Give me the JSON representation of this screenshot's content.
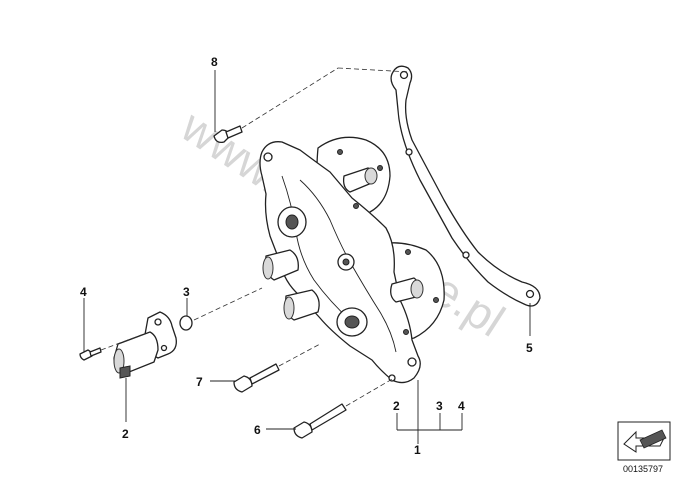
{
  "diagram": {
    "callouts": {
      "c1": "1",
      "c2a": "2",
      "c2b": "2",
      "c3a": "3",
      "c3b": "3",
      "c4a": "4",
      "c4b": "4",
      "c5": "5",
      "c6": "6",
      "c7": "7",
      "c8": "8"
    },
    "watermark": "www.BMWstore.pl",
    "reference_number": "00135797"
  }
}
